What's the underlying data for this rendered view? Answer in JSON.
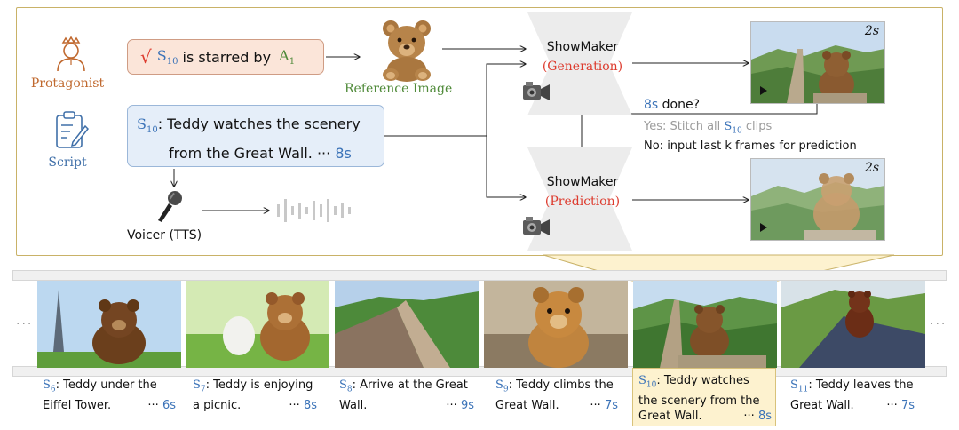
{
  "protagonist": {
    "label": "Protagonist"
  },
  "script": {
    "label": "Script"
  },
  "starred": {
    "check": "√",
    "scene": "S",
    "scene_sub": "10",
    "text": " is starred by ",
    "actor": "A",
    "actor_sub": "1"
  },
  "reference": {
    "label": "Reference Image"
  },
  "scene_box": {
    "scene": "S",
    "scene_sub": "10",
    "line1": ": Teddy watches the scenery",
    "line2": "from the Great Wall.",
    "dots": "···",
    "duration": "8s"
  },
  "voicer": {
    "label": "Voicer (TTS)"
  },
  "generation": {
    "name": "ShowMaker",
    "mode": "(Generation)"
  },
  "prediction": {
    "name": "ShowMaker",
    "mode": "(Prediction)"
  },
  "check": {
    "time": "8s",
    "question": " done?",
    "yes_prefix": "Yes: Stitch all ",
    "yes_scene": "S",
    "yes_sub": "10",
    "yes_suffix": " clips",
    "no": "No: input last k frames for prediction"
  },
  "clip_top": {
    "duration": "2s"
  },
  "clip_bottom": {
    "duration": "2s"
  },
  "strip_dots": {
    "left": "···",
    "right": "···"
  },
  "captions": [
    {
      "scene": "S",
      "sub": "6",
      "text1": ": Teddy under the",
      "text2": "Eiffel Tower.",
      "dots": "···",
      "duration": "6s"
    },
    {
      "scene": "S",
      "sub": "7",
      "text1": ": Teddy is enjoying",
      "text2": "a picnic.",
      "dots": "···",
      "duration": "8s"
    },
    {
      "scene": "S",
      "sub": "8",
      "text1": ": Arrive at the Great",
      "text2": "Wall.",
      "dots": "···",
      "duration": "9s"
    },
    {
      "scene": "S",
      "sub": "9",
      "text1": ": Teddy climbs the",
      "text2": "Great Wall.",
      "dots": "···",
      "duration": "7s"
    },
    {
      "scene": "S",
      "sub": "10",
      "text1": ": Teddy watches",
      "text2": "the scenery from the",
      "text3": "Great Wall.",
      "dots": "···",
      "duration": "8s"
    },
    {
      "scene": "S",
      "sub": "11",
      "text1": ": Teddy leaves the",
      "text2": "Great Wall.",
      "dots": "···",
      "duration": "7s"
    }
  ],
  "colors": {
    "accent_border": "#c9b267",
    "protagonist": "#c0692f",
    "script": "#3f6fa8",
    "scene_blue": "#3b73b8",
    "generation_red": "#dd3b2e",
    "reference_green": "#4f8a39"
  }
}
